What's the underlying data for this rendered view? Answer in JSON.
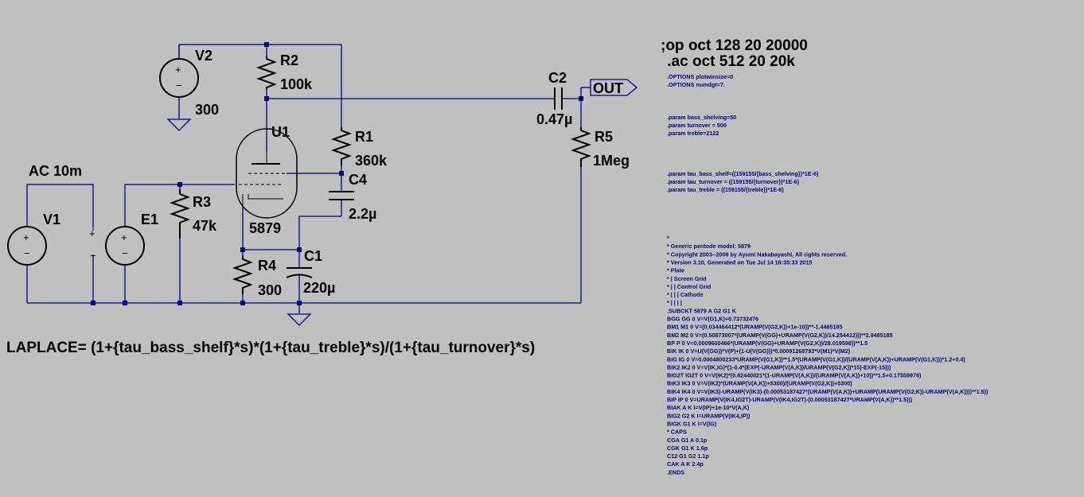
{
  "components": {
    "v2": {
      "name": "V2",
      "value": "300"
    },
    "r2": {
      "name": "R2",
      "value": "100k"
    },
    "u1": {
      "name": "U1",
      "model": "5879"
    },
    "r1": {
      "name": "R1",
      "value": "360k"
    },
    "c4": {
      "name": "C4",
      "value": "2.2µ"
    },
    "c2": {
      "name": "C2",
      "value": "0.47µ"
    },
    "r5": {
      "name": "R5",
      "value": "1Meg"
    },
    "v1": {
      "name": "V1",
      "value": "AC 10m"
    },
    "e1": {
      "name": "E1"
    },
    "r3": {
      "name": "R3",
      "value": "47k"
    },
    "r4": {
      "name": "R4",
      "value": "300"
    },
    "c1": {
      "name": "C1",
      "value": "220µ"
    }
  },
  "net_label": "OUT",
  "laplace": "LAPLACE= (1+{tau_bass_shelf}*s)*(1+{tau_treble}*s)/(1+{tau_turnover}*s)",
  "directives_big": [
    ";op oct 128 20 20000",
    " .ac oct 512 20 20k"
  ],
  "directives_small": [
    ".OPTIONS plotwinsize=0",
    ".OPTIONS numdgt=7.",
    "",
    "",
    "",
    ".param bass_shelving=50",
    ".param turnover = 500",
    ".param treble=2122",
    "",
    "",
    "",
    "",
    ".param tau_bass_shelf=((159155/{bass_shelving})*1E-6)",
    ".param tau_turnover = ((159155/{turnover})*1E-6)",
    ".param tau_treble = ((159155/{treble})*1E-6)",
    "",
    "",
    "",
    "",
    "",
    "*",
    "* Generic pentode model: 5879",
    "* Copyright 2003--2008 by Ayumi Nakabayashi, All rights reserved.",
    "* Version 3.10, Generated on Tue Jul 14 16:35:33 2015",
    "*        Plate",
    "*        | Screen Grid",
    "*        | | Control Grid",
    "*        | | | Cathode",
    "*        | | | |",
    ".SUBCKT 5879 A G2 G1 K",
    "BGG  GG  0 V=V(G1,K)+0.73732476",
    "BM1  M1  0 V=(0.034464412*(URAMP(V(G2,K))+1e-10))**-1.4485185",
    "BM2  M2  0 V=(0.50873007*(URAMP(V(GG)+URAMP(V(G2,K))/14.254412)))**2.9485185",
    "BP   P   0 V=0.0009600466*(URAMP(V(GG)+URAMP(V(G2,K))/28.019598))**1.5",
    "BIK  IK  0 V=U(V(GG))*V(P)+(1-U(V(GG)))*0.00091268793*V(M1)*V(M2)",
    "BIG  IG  0 V=0.0004800233*URAMP(V(G1,K))**1.5*(URAMP(V(G1,K))/(URAMP(V(A,K))+URAMP(V(G1,K)))*1.2+0.4)",
    "BIK2 IK2 0 V=V(IK,IG)*(1-0.4*(EXP(-URAMP(V(A,K))/URAMP(V(G2,K))*15)-EXP(-15)))",
    "BIG2T IG2T 0 V=V(IK2)*(0.82440021*(1-URAMP(V(A,K))/(URAMP(V(A,K))+10))**1.5+0.17559979)",
    "BIK3 IK3 0 V=V(IK2)*(URAMP(V(A,K))+5300)/(URAMP(V(G2,K))+5300)",
    "BIK4 IK4 0 V=V(IK3)-URAMP(V(IK3)-(0.00053187427*(URAMP(V(A,K))+URAMP(URAMP(V(G2,K))-URAMP(V(A,K))))**1.5))",
    "BIP  IP  0 V=URAMP(V(IK4,IG2T)-URAMP(V(IK4,IG2T)-(0.00053187427*URAMP(V(A,K))**1.5)))",
    "BIAK A   K I=V(IP)+1e-10*V(A,K)",
    "BIG2 G2  K I=URAMP(V(IK4,IP))",
    "BIGK G1  K I=V(IG)",
    "* CAPS",
    "CGA  G1  A  0.1p",
    "CGK  G1  K  1.6p",
    "C12  G1  G2 1.1p",
    "CAK  A   K  2.4p",
    ".ENDS"
  ],
  "colors": {
    "background": "#c0c0c0",
    "wire": "#000080",
    "component": "#000000",
    "directive_text": "#000080"
  }
}
